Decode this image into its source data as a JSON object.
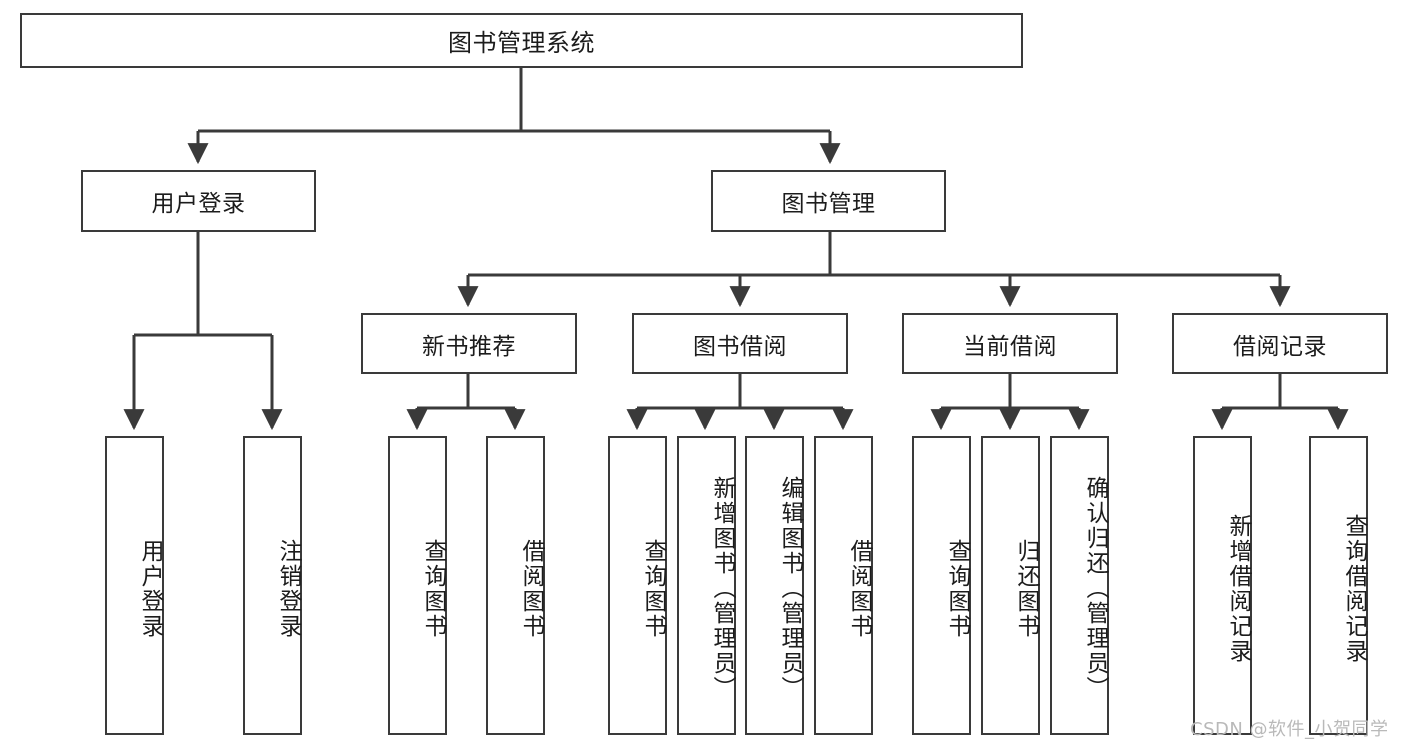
{
  "diagram": {
    "title": "图书管理系统",
    "type": "hierarchy-tree",
    "colors": {
      "box_border": "#3a3a3a",
      "box_fill": "#ffffff",
      "connector": "#3a3a3a",
      "text": "#1c1c1c",
      "watermark": "#b9b9b9",
      "background": "#ffffff"
    },
    "levels": {
      "root": {
        "label": "图书管理系统"
      },
      "level1": [
        {
          "id": "user-login",
          "label": "用户登录"
        },
        {
          "id": "book-management",
          "label": "图书管理"
        }
      ],
      "level2": [
        {
          "id": "new-book-recommend",
          "label": "新书推荐",
          "parent": "book-management"
        },
        {
          "id": "book-borrow",
          "label": "图书借阅",
          "parent": "book-management"
        },
        {
          "id": "current-borrow",
          "label": "当前借阅",
          "parent": "book-management"
        },
        {
          "id": "borrow-record",
          "label": "借阅记录",
          "parent": "book-management"
        }
      ],
      "leaves": [
        {
          "id": "leaf-user-login",
          "label": "用户登录",
          "parent": "user-login"
        },
        {
          "id": "leaf-logout-login",
          "label": "注销登录",
          "parent": "user-login"
        },
        {
          "id": "leaf-query-book-1",
          "label": "查询图书",
          "parent": "new-book-recommend"
        },
        {
          "id": "leaf-borrow-book-1",
          "label": "借阅图书",
          "parent": "new-book-recommend"
        },
        {
          "id": "leaf-query-book-2",
          "label": "查询图书",
          "parent": "book-borrow"
        },
        {
          "id": "leaf-add-book",
          "label": "新增图书（管理员）",
          "parent": "book-borrow"
        },
        {
          "id": "leaf-edit-book",
          "label": "编辑图书（管理员）",
          "parent": "book-borrow"
        },
        {
          "id": "leaf-borrow-book-2",
          "label": "借阅图书",
          "parent": "book-borrow"
        },
        {
          "id": "leaf-query-book-3",
          "label": "查询图书",
          "parent": "current-borrow"
        },
        {
          "id": "leaf-return-book",
          "label": "归还图书",
          "parent": "current-borrow"
        },
        {
          "id": "leaf-confirm-return",
          "label": "确认归还（管理员）",
          "parent": "current-borrow"
        },
        {
          "id": "leaf-add-borrow-record",
          "label": "新增借阅记录",
          "parent": "borrow-record"
        },
        {
          "id": "leaf-query-borrow-record",
          "label": "查询借阅记录",
          "parent": "borrow-record"
        }
      ]
    },
    "watermark": "CSDN @软件_小贺同学"
  }
}
